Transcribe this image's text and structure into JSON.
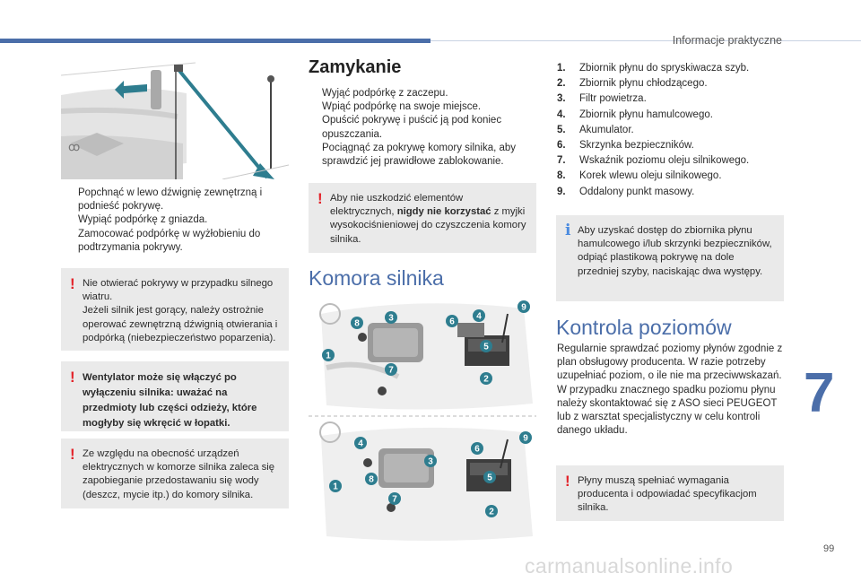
{
  "header": {
    "section_title": "Informacje praktyczne"
  },
  "chapter_number": "7",
  "page_number": "99",
  "watermark": "carmanualsonline.info",
  "left": {
    "open_steps": [
      "Popchnąć w lewo dźwignię zewnętrzną i podnieść pokrywę.",
      "Wypiąć podpórkę z gniazda.",
      "Zamocować podpórkę w wyżłobieniu do podtrzymania pokrywy."
    ],
    "warning1": "Nie otwierać pokrywy w przypadku silnego wiatru.\nJeżeli silnik jest gorący, należy ostrożnie operować zewnętrzną dźwignią otwierania i podpórką (niebezpieczeństwo poparzenia).",
    "warning2": "Wentylator może się włączyć po wyłączeniu silnika: uważać na przedmioty lub części odzieży, które mogłyby się wkręcić w łopatki.",
    "warning3": "Ze względu na obecność urządzeń elektrycznych w komorze silnika zaleca się zapobieganie przedostawaniu się wody (deszcz, mycie itp.) do komory silnika."
  },
  "middle": {
    "heading_closing": "Zamykanie",
    "closing_steps": [
      "Wyjąć podpórkę z zaczepu.",
      "Wpiąć podpórkę na swoje miejsce.",
      "Opuścić pokrywę i puścić ją pod koniec opuszczania.",
      "Pociągnąć za pokrywę komory silnika, aby sprawdzić jej prawidłowe zablokowanie."
    ],
    "warning_pre": "Aby nie uszkodzić elementów elektrycznych, ",
    "warning_bold": "nigdy nie korzystać",
    "warning_post": " z myjki wysokociśnieniowej do czyszczenia komory silnika.",
    "heading_engine": "Komora silnika"
  },
  "right": {
    "components": [
      {
        "n": "1.",
        "label": "Zbiornik płynu do spryskiwacza szyb."
      },
      {
        "n": "2.",
        "label": "Zbiornik płynu chłodzącego."
      },
      {
        "n": "3.",
        "label": "Filtr powietrza."
      },
      {
        "n": "4.",
        "label": "Zbiornik płynu hamulcowego."
      },
      {
        "n": "5.",
        "label": "Akumulator."
      },
      {
        "n": "6.",
        "label": "Skrzynka bezpieczników."
      },
      {
        "n": "7.",
        "label": "Wskaźnik poziomu oleju silnikowego."
      },
      {
        "n": "8.",
        "label": "Korek wlewu oleju silnikowego."
      },
      {
        "n": "9.",
        "label": "Oddalony punkt masowy."
      }
    ],
    "info_note": "Aby uzyskać dostęp do zbiornika płynu hamulcowego i/lub skrzynki bezpieczników, odpiąć plastikową pokrywę na dole przedniej szyby, naciskając dwa występy.",
    "heading_levels": "Kontrola poziomów",
    "levels_text": "Regularnie sprawdzać poziomy płynów zgodnie z plan obsługowy producenta. W razie potrzeby uzupełniać poziom, o ile nie ma przeciwwskazań.\nW przypadku znacznego spadku poziomu płynu należy skontaktować się z ASO sieci PEUGEOT lub z warsztat specjalistyczny w celu kontroli danego układu.",
    "warning_fluids": "Płyny muszą spełniać wymagania producenta i odpowiadać specyfikacjom silnika."
  },
  "marks": {
    "warning": "!",
    "info": "i",
    "bullet": "",
    "icon_bullet": ""
  },
  "colors": {
    "accent": "#4b6ea9",
    "warning": "#e3242b",
    "info": "#4b8be0",
    "callout": "#2e7d8f",
    "box_bg": "#eaeaea"
  },
  "engine_top": [
    "8",
    "3",
    "6",
    "4",
    "9",
    "5",
    "1",
    "7",
    "2"
  ],
  "engine_bottom": [
    "4",
    "3",
    "6",
    "9",
    "5",
    "8",
    "1",
    "7",
    "2"
  ]
}
